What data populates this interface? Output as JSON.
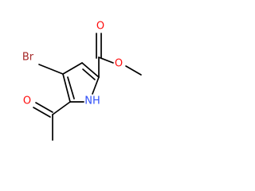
{
  "colors": {
    "bond": "#000000",
    "carbon": "#000000",
    "oxygen": "#ff0d0d",
    "nitrogen": "#3050f8",
    "bromine": "#a62929"
  },
  "atoms": {
    "br": "Br",
    "o_ester_carbonyl": "O",
    "o_ester_single": "O",
    "o_acetyl": "O",
    "nh": "NH"
  }
}
